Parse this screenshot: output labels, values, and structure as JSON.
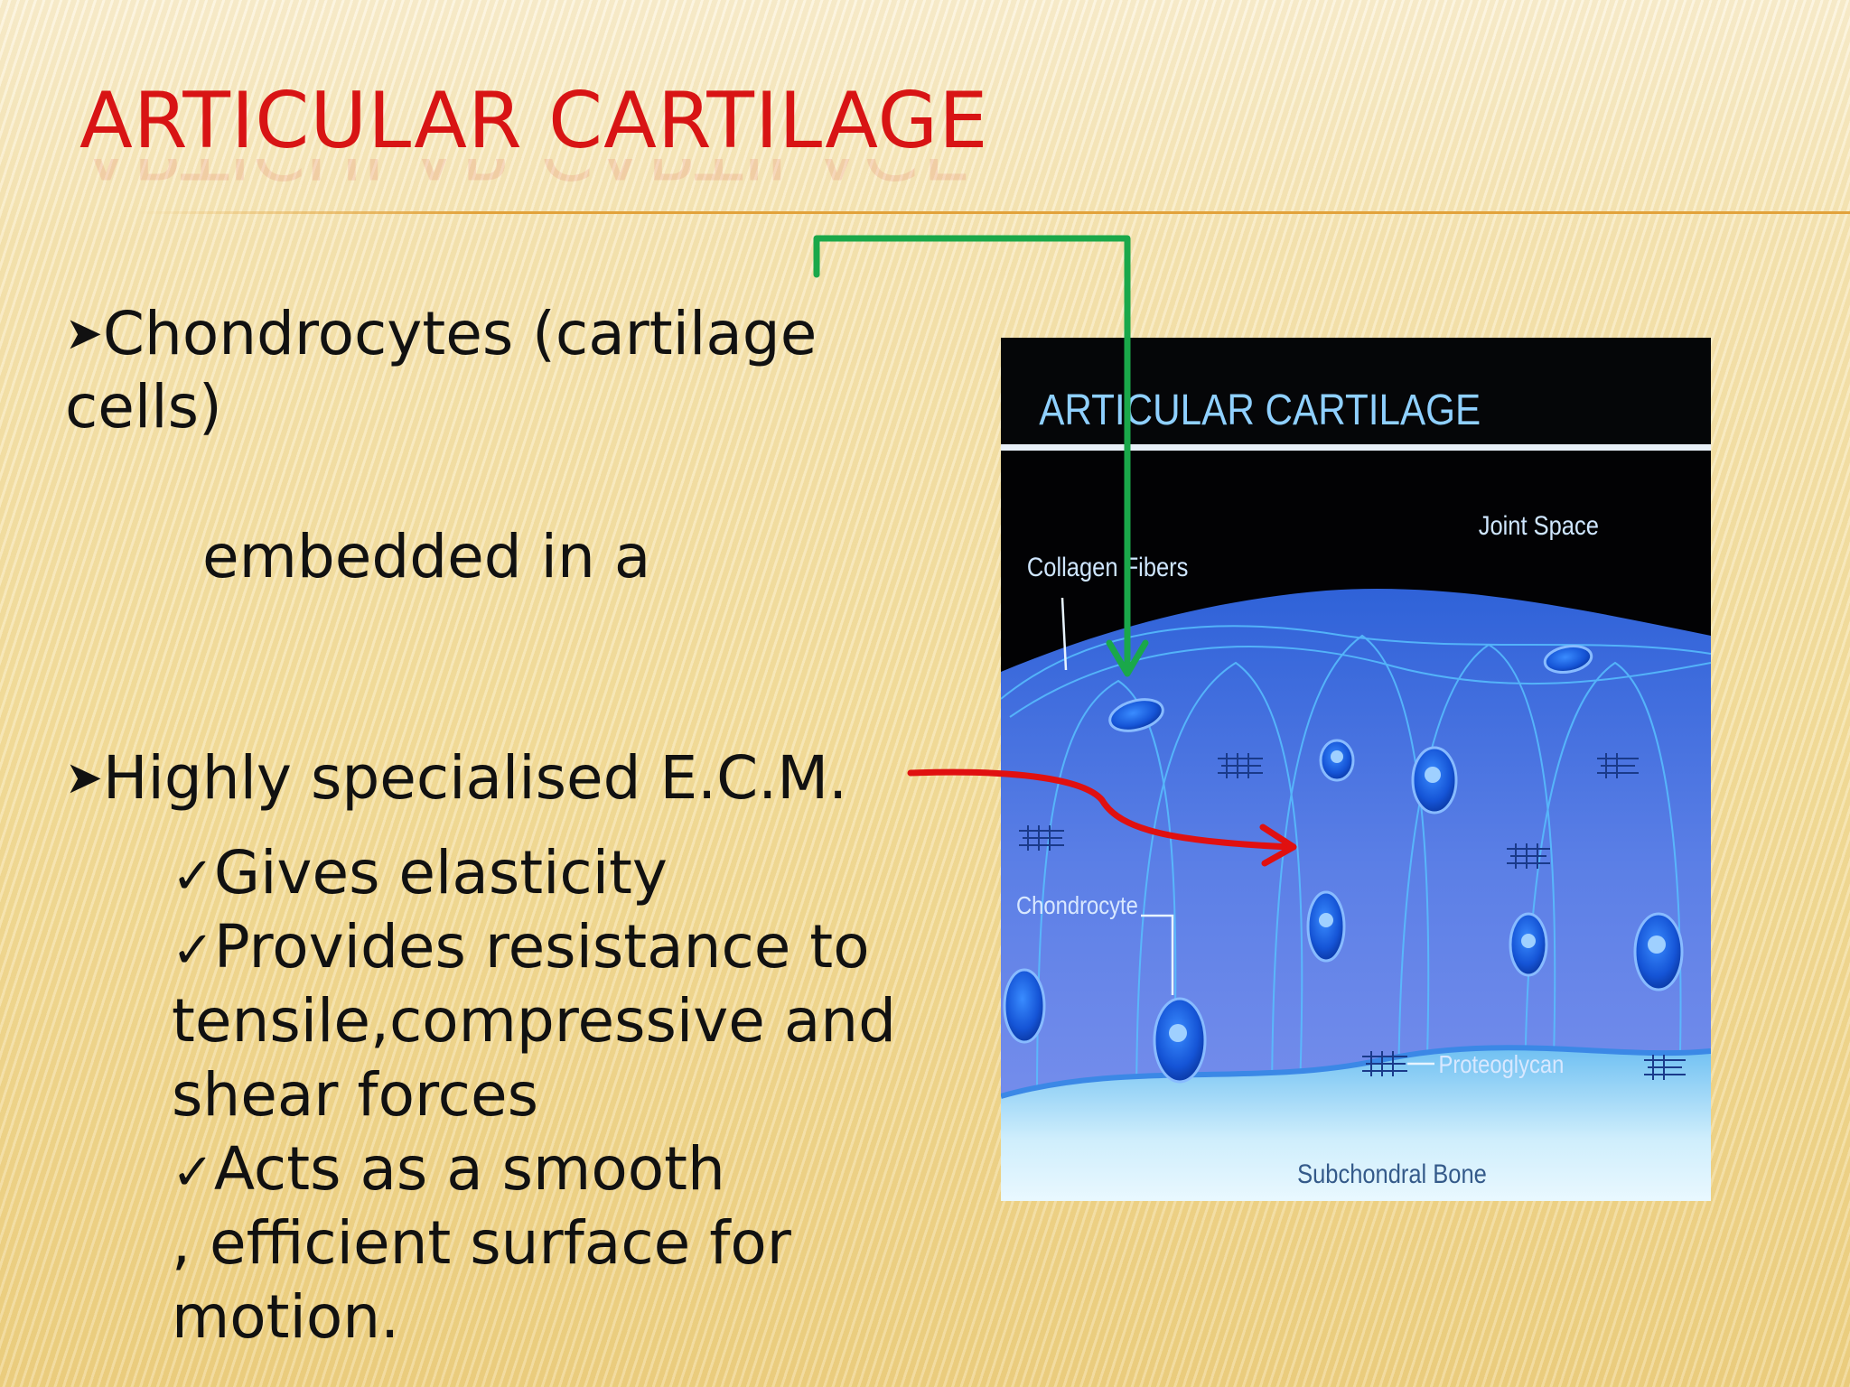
{
  "slide": {
    "title": "ARTICULAR CARTILAGE",
    "bullet1_line1": "Chondrocytes (cartilage",
    "bullet1_line2": "cells)",
    "embedded_text": "embedded in a",
    "bullet2": "Highly specialised E.C.M.",
    "check1": "Gives elasticity",
    "check2_line1": "Provides resistance to",
    "check2_line2": "tensile,compressive and",
    "check2_line3": "shear forces",
    "check3_line1": "Acts as a smooth",
    "check3_line2": ", efficient surface for",
    "check3_line3": "motion."
  },
  "figure": {
    "title": "ARTICULAR CARTILAGE",
    "label_joint_space": "Joint Space",
    "label_collagen": "Collagen Fibers",
    "label_chondrocyte": "Chondrocyte",
    "label_proteoglycan": "Proteoglycan",
    "label_bone": "Subchondral Bone"
  },
  "icons": {
    "bullet": "arrowhead-bullet-icon",
    "check": "check-mark-icon"
  },
  "colors": {
    "title": "#d81414",
    "green_arrow": "#1aa84a",
    "red_arrow": "#e01010",
    "figure_text": "#8fd0ff"
  }
}
